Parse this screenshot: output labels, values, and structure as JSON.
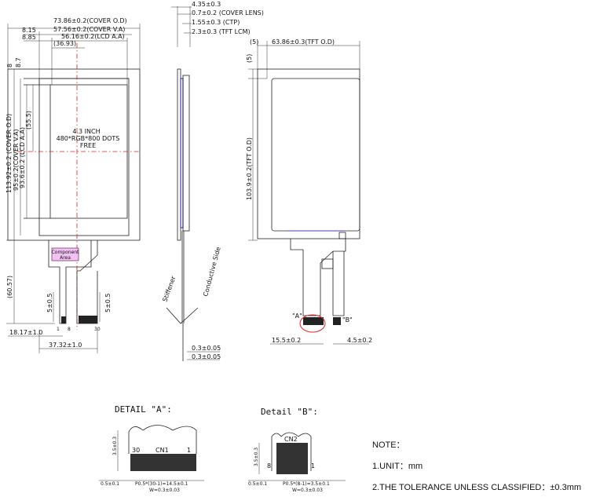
{
  "front_view": {
    "dims_top": [
      "73.86±0.2(COVER O.D)",
      "57.56±0.2(COVER V.A)",
      "56.16±0.2(LCD A.A)",
      "(36.93)"
    ],
    "dims_left_offsets": [
      "8.15",
      "8.85"
    ],
    "dims_vertical": [
      "113.92±0.2 (COVER O.D)",
      "95±0.2(COVER V.A)",
      "93.6±0.2 (LCD A.A)",
      "(55.5)",
      "(60.57)"
    ],
    "dims_top_vertical": [
      "8",
      "8.7"
    ],
    "center_label": [
      "4.3 INCH",
      "480*RGB*800 DOTS",
      "FREE"
    ],
    "component_area_label": [
      "Component",
      "Area"
    ],
    "pitch_left": "5±0.5",
    "pitch_right": "5±0.5",
    "pin_1": "1",
    "pin_30": "30",
    "pin_8": "8",
    "dim_bottom_1": "18.17±1.0",
    "dim_bottom_2": "37.32±1.0"
  },
  "side_view": {
    "dims": [
      "4.35±0.3",
      "0.7±0.2 (COVER LENS)",
      "1.55±0.3 (CTP)",
      "2.3±0.3 (TFT LCM)"
    ],
    "stiffener": "Stiffener",
    "conductive": "Conductive Side",
    "dims_bottom": [
      "0.3±0.05",
      "0.3±0.05"
    ]
  },
  "back_view": {
    "dim_5_top": "(5)",
    "dim_width": "63.86±0.3(TFT O.D)",
    "dim_5_left": "(5)",
    "dim_height": "103.9±0.2(TFT O.D)",
    "label_a": "\"A\"",
    "label_b": "\"B\"",
    "dim_left": "15.5±0.2",
    "dim_right": "4.5±0.2"
  },
  "detail_a": {
    "title": "DETAIL \"A\":",
    "pin_30": "30",
    "cn": "CN1",
    "pin_1": "1",
    "height": "3.5±0.3",
    "edge": "0.5±0.1",
    "pitch": "P0.5*(30-1)=14.5±0.1",
    "width": "W=0.3±0.03"
  },
  "detail_b": {
    "title": "Detail \"B\":",
    "cn": "CN2",
    "pin_8": "8",
    "pin_1": "1",
    "height": "3.5±0.3",
    "edge": "0.5±0.1",
    "pitch": "P0.5*(8-1)=3.5±0.1",
    "width": "W=0.3±0.03"
  },
  "notes": {
    "title": "NOTE：",
    "unit": "1.UNIT：mm",
    "tolerance": "2.THE TOLERANCE UNLESS CLASSIFIED：±0.3mm"
  }
}
